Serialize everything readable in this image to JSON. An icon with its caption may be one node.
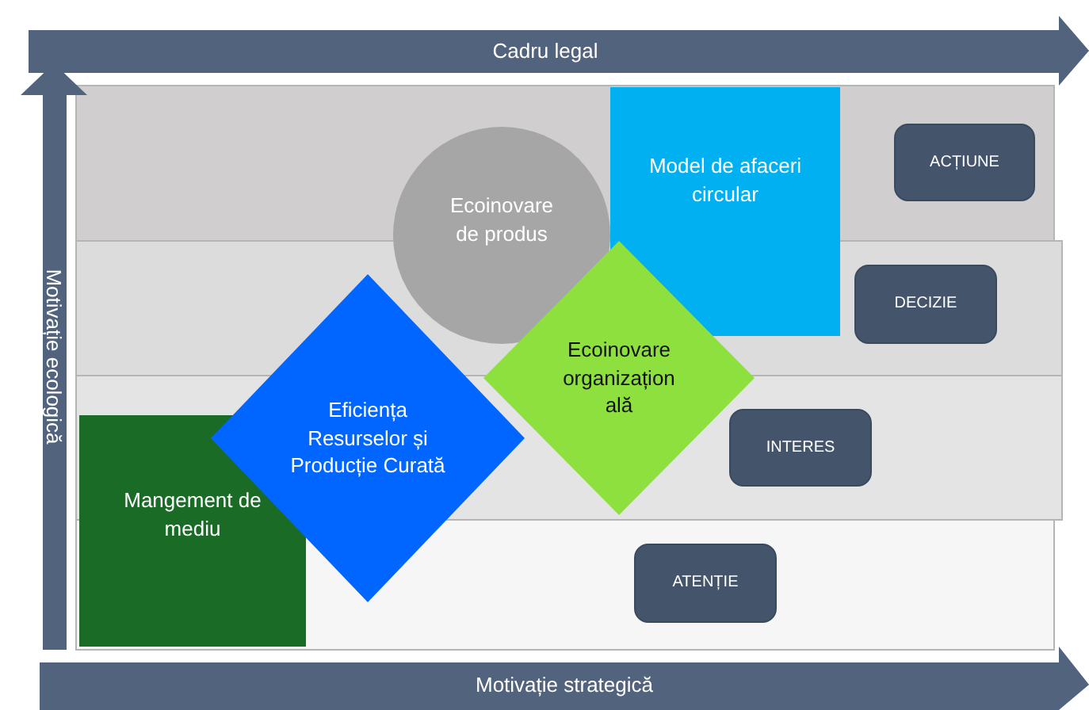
{
  "diagram": {
    "nodes": [
      {
        "text": [
          "Ecoinovare de produs"
        ]
      },
      {
        "text": [
          "Model de afaceri circular"
        ]
      },
      {
        "text": [
          "ACȚIUNE"
        ]
      },
      {
        "text": [
          "DECIZIE"
        ]
      },
      {
        "text": [
          "Ecoinovare organizațională"
        ]
      },
      {
        "text": [
          "Eficiența Resurselor și Producție Curată"
        ]
      },
      {
        "text": [
          "INTERES"
        ]
      },
      {
        "text": [
          "Mangement de mediu"
        ]
      },
      {
        "text": [
          "ATENȚIE"
        ]
      }
    ],
    "labels": [
      "Cadru legal",
      "Motivație ecologică",
      "Motivație strategică"
    ]
  }
}
